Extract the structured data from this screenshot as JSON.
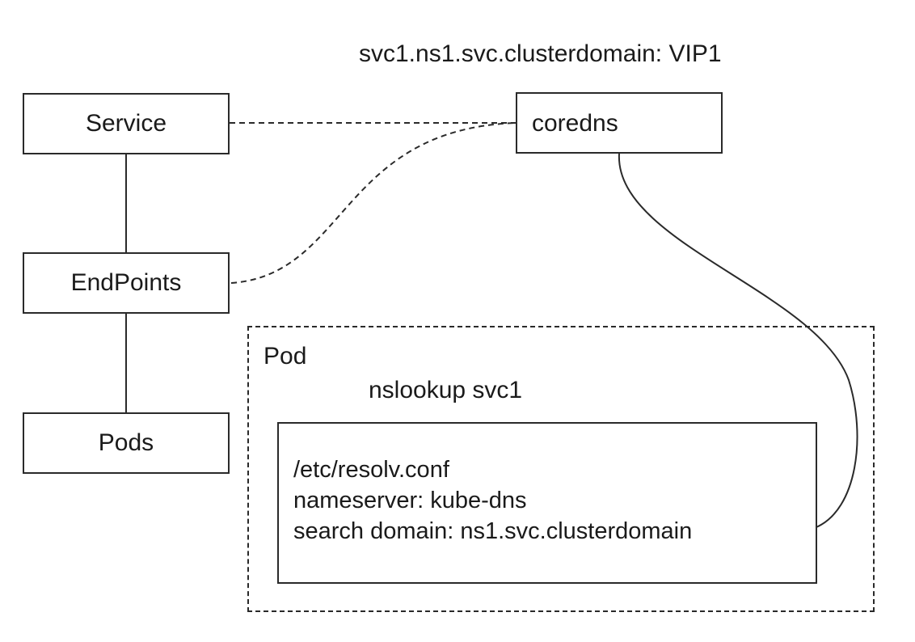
{
  "dns_record": "svc1.ns1.svc.clusterdomain: VIP1",
  "nodes": {
    "service": "Service",
    "endpoints": "EndPoints",
    "pods": "Pods",
    "coredns": "coredns"
  },
  "pod": {
    "label": "Pod",
    "command": "nslookup svc1",
    "resolv_conf": {
      "file": "/etc/resolv.conf",
      "nameserver": "nameserver: kube-dns",
      "search": "search domain: ns1.svc.clusterdomain"
    }
  }
}
